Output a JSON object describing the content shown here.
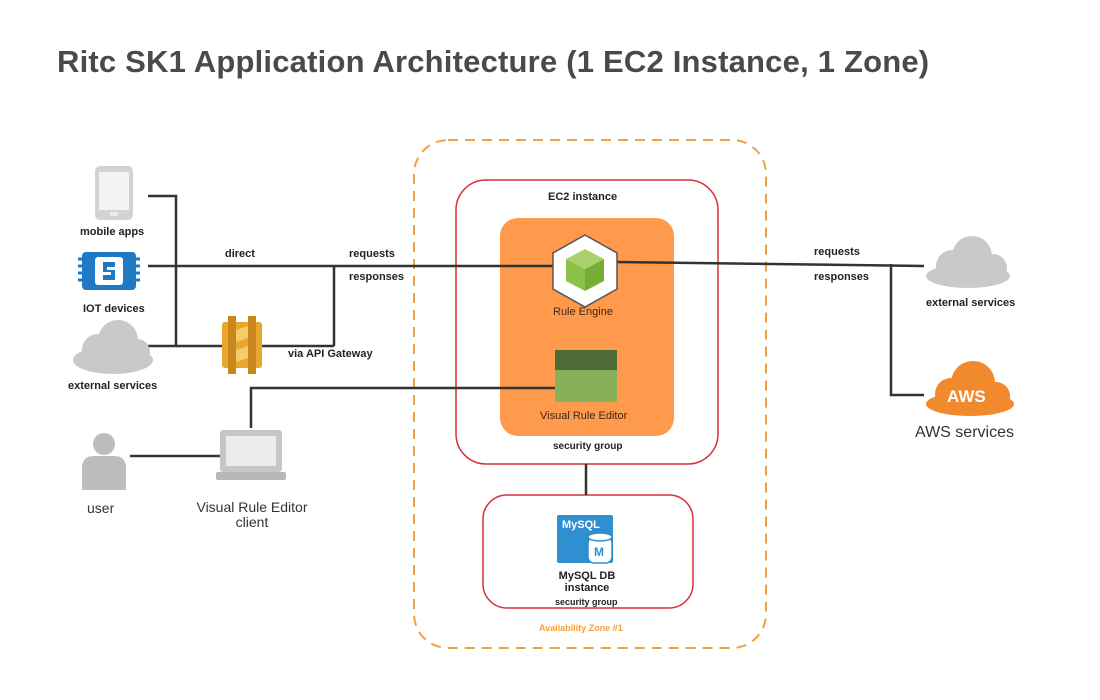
{
  "title": "Ritc SK1 Application Architecture (1 EC2 Instance, 1 Zone)",
  "left": {
    "mobile_apps": "mobile apps",
    "iot_devices": "IOT devices",
    "external_services": "external services",
    "api_gateway": "via API Gateway",
    "direct": "direct",
    "requests": "requests",
    "responses": "responses",
    "user": "user",
    "client": "Visual Rule Editor\nclient"
  },
  "zone": {
    "label": "Availability Zone #1",
    "ec2": {
      "label": "EC2 instance",
      "rule_engine": "Rule Engine",
      "visual_rule_editor": "Visual Rule Editor",
      "security_group": "security  group"
    },
    "db": {
      "mysql_badge": "MySQL",
      "mysql_m": "M",
      "label": "MySQL DB\ninstance",
      "security_group": "security  group"
    }
  },
  "right": {
    "requests": "requests",
    "responses": "responses",
    "external_services": "external services",
    "aws_badge": "AWS",
    "aws_services": "AWS services"
  },
  "colors": {
    "orange_dash": "#f0a040",
    "red_box": "#d9303a",
    "orange_fill": "#ff9a4d",
    "green_dark": "#4d6b34",
    "green_light": "#86b15a",
    "cloud_gray": "#c9c9c9",
    "chip_blue": "#1f7ac6",
    "gateway_gold": "#e7a62c",
    "mysql_blue": "#2f8fd1",
    "aws_orange": "#f08a2c"
  }
}
